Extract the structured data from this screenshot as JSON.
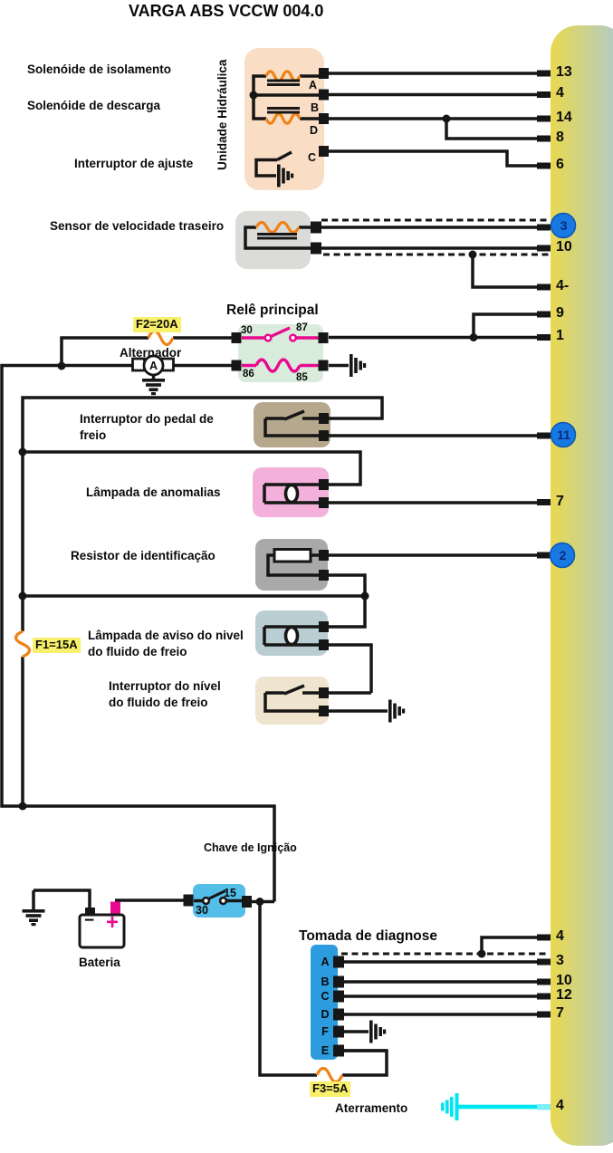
{
  "title": "VARGA ABS VCCW 004.0",
  "labels": {
    "solenoid_isolation": "Solenóide de isolamento",
    "solenoid_discharge": "Solenóide de descarga",
    "adjust_switch": "Interruptor de ajuste",
    "hydraulic_unit": "Unidade Hidráulica",
    "speed_sensor": "Sensor de velocidade traseiro",
    "main_relay": "Relê principal",
    "alternator": "Alternador",
    "brake_pedal_switch": "Interruptor do pedal de\nfreio",
    "anomaly_lamp": "Lâmpada de anomalias",
    "id_resistor": "Resistor de identificação",
    "fluid_warn_lamp": "Lâmpada de aviso do nivel\ndo fluido de freio",
    "fluid_level_switch": "Interruptor do nível\ndo fluido de freio",
    "ignition_switch": "Chave\nde\nIgnição",
    "battery": "Bateria",
    "diagnostic_socket": "Tomada de diagnose",
    "ground": "Aterramento"
  },
  "fuses": {
    "f1": "F1=15A",
    "f2": "F2=20A",
    "f3": "F3=5A"
  },
  "relay": {
    "contacts": [
      "30",
      "87",
      "86",
      "85"
    ]
  },
  "hydraulic": {
    "terminals": [
      "A",
      "B",
      "D",
      "C"
    ]
  },
  "ignition": {
    "terminals": [
      "30",
      "15"
    ]
  },
  "alternator": {
    "symbol": "A"
  },
  "battery": {
    "minus": "−",
    "plus": "+"
  },
  "diagnostic": {
    "pins": [
      "A",
      "B",
      "C",
      "D",
      "F",
      "E"
    ]
  },
  "ecu": {
    "pins": [
      {
        "label": "13"
      },
      {
        "label": "4"
      },
      {
        "label": "14"
      },
      {
        "label": "8"
      },
      {
        "label": "6"
      },
      {
        "label": "3",
        "circled": true
      },
      {
        "label": "10"
      },
      {
        "label": "4-"
      },
      {
        "label": "9"
      },
      {
        "label": "1"
      },
      {
        "label": "11",
        "circled": true
      },
      {
        "label": "7"
      },
      {
        "label": "2",
        "circled": true
      },
      {
        "label": "4"
      },
      {
        "label": "3"
      },
      {
        "label": "10"
      },
      {
        "label": "12"
      },
      {
        "label": "7"
      },
      {
        "label": "4",
        "ground_wire": true
      }
    ]
  },
  "colors": {
    "bar_yellow": "#E9D94F",
    "bar_blue": "#ABC9D6",
    "hydraulic_box": "#FADDC5",
    "sensor_box": "#DBDBD7",
    "relay_box": "#D9ECDC",
    "pedal_box": "#B6A88D",
    "anomaly_lamp_box": "#F2B0DB",
    "resistor_box": "#A9A9A9",
    "fluid_lamp_box": "#B9CED3",
    "fluid_switch_box": "#EFE4CE",
    "ignition_box": "#55BEE8",
    "diagnostic_box": "#2C9CDE",
    "relay_contact_magenta": "#E8098F",
    "fuse_orange": "#F08214",
    "fuse_label_bg": "#F8F06A",
    "ground_cyan": "#00E5F2",
    "pin_circle_blue": "#1879E3",
    "wire": "#161616"
  }
}
